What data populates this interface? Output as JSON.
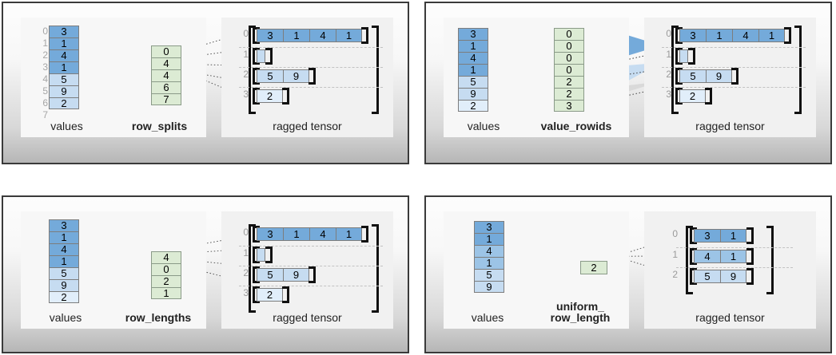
{
  "colors": {
    "dark_blue": "#74aada",
    "mid_blue": "#9cc4e6",
    "light_blue": "#c6dcf1",
    "pale_blue": "#e1eefa",
    "green": "#dcebd4",
    "panel_border": "#3a3a3a",
    "index_text": "#a6a6a6"
  },
  "labels": {
    "values": "values",
    "ragged_tensor": "ragged tensor"
  },
  "panels": [
    {
      "id": "row-splits",
      "encoding_label": "row_splits",
      "values": {
        "items": [
          "3",
          "1",
          "4",
          "1",
          "5",
          "9",
          "2"
        ],
        "tiers": [
          0,
          0,
          0,
          0,
          2,
          2,
          2
        ],
        "indices": [
          "0",
          "1",
          "2",
          "3",
          "4",
          "5",
          "6",
          "7"
        ],
        "show_indices": true
      },
      "encoding": {
        "items": [
          "0",
          "4",
          "4",
          "6",
          "7"
        ]
      },
      "ragged": {
        "row_indices": [
          "0",
          "1",
          "2",
          "3"
        ],
        "rows": [
          {
            "cells": [
              "3",
              "1",
              "4",
              "1"
            ],
            "tier": 0
          },
          {
            "cells": [],
            "tier": 2
          },
          {
            "cells": [
              "5",
              "9"
            ],
            "tier": 2
          },
          {
            "cells": [
              "2"
            ],
            "tier": 3
          }
        ]
      }
    },
    {
      "id": "value-rowids",
      "encoding_label": "value_rowids",
      "values": {
        "items": [
          "3",
          "1",
          "4",
          "1",
          "5",
          "9",
          "2"
        ],
        "tiers": [
          0,
          0,
          0,
          0,
          2,
          2,
          3
        ],
        "indices": [],
        "show_indices": false
      },
      "encoding": {
        "items": [
          "0",
          "0",
          "0",
          "0",
          "2",
          "2",
          "3"
        ]
      },
      "ragged": {
        "row_indices": [
          "0",
          "1",
          "2",
          "3"
        ],
        "rows": [
          {
            "cells": [
              "3",
              "1",
              "4",
              "1"
            ],
            "tier": 0
          },
          {
            "cells": [],
            "tier": 2
          },
          {
            "cells": [
              "5",
              "9"
            ],
            "tier": 2
          },
          {
            "cells": [
              "2"
            ],
            "tier": 3
          }
        ]
      }
    },
    {
      "id": "row-lengths",
      "encoding_label": "row_lengths",
      "values": {
        "items": [
          "3",
          "1",
          "4",
          "1",
          "5",
          "9",
          "2"
        ],
        "tiers": [
          0,
          0,
          0,
          0,
          2,
          2,
          3
        ],
        "indices": [],
        "show_indices": false
      },
      "encoding": {
        "items": [
          "4",
          "0",
          "2",
          "1"
        ]
      },
      "ragged": {
        "row_indices": [
          "0",
          "1",
          "2",
          "3"
        ],
        "rows": [
          {
            "cells": [
              "3",
              "1",
              "4",
              "1"
            ],
            "tier": 0
          },
          {
            "cells": [],
            "tier": 2
          },
          {
            "cells": [
              "5",
              "9"
            ],
            "tier": 2
          },
          {
            "cells": [
              "2"
            ],
            "tier": 3
          }
        ]
      }
    },
    {
      "id": "uniform-row-length",
      "encoding_label": "uniform_\nrow_length",
      "values": {
        "items": [
          "3",
          "1",
          "4",
          "1",
          "5",
          "9"
        ],
        "tiers": [
          0,
          0,
          1,
          1,
          2,
          2
        ],
        "indices": [],
        "show_indices": false
      },
      "encoding": {
        "items": [
          "2"
        ]
      },
      "ragged": {
        "row_indices": [
          "0",
          "1",
          "2"
        ],
        "rows": [
          {
            "cells": [
              "3",
              "1"
            ],
            "tier": 0
          },
          {
            "cells": [
              "4",
              "1"
            ],
            "tier": 1
          },
          {
            "cells": [
              "5",
              "9"
            ],
            "tier": 2
          }
        ]
      }
    }
  ]
}
